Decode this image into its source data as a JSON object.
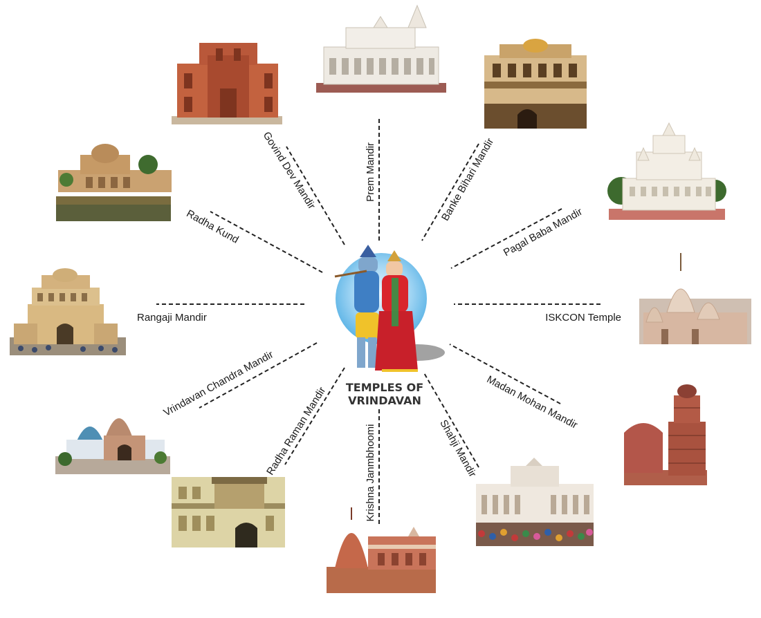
{
  "title_line1": "TEMPLES OF",
  "title_line2": "VRINDAVAN",
  "temples": {
    "prem": "Prem Mandir",
    "banke": "Banke Bihari Mandir",
    "pagal": "Pagal Baba Mandir",
    "iskcon": "ISKCON Temple",
    "madan": "Madan Mohan Mandir",
    "shahji": "Shahji Mandir",
    "krishna": "Krishna Janmbhoomi",
    "raman": "Radha Raman Mandir",
    "chandra": "Vrindavan Chandra Mandir",
    "rangaji": "Rangaji Mandir",
    "kund": "Radha Kund",
    "govind": "Govind Dev Mandir"
  },
  "colors": {
    "sandstone": "#c96a48",
    "marble": "#f1ede6",
    "sky": "#9fd4f3",
    "spoke": "#222222"
  }
}
